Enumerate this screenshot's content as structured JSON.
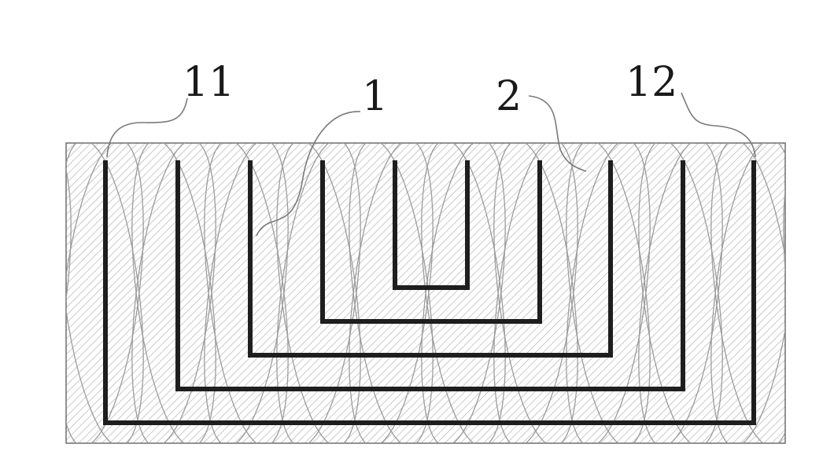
{
  "figure": {
    "labels": [
      {
        "id": "label-11",
        "text": "11"
      },
      {
        "id": "label-1",
        "text": "1"
      },
      {
        "id": "label-2",
        "text": "2"
      },
      {
        "id": "label-12",
        "text": "12"
      }
    ],
    "colors": {
      "background": "#ffffff",
      "hatch": "#b4b4b4",
      "electrode": "#1e1e1e",
      "wire": "#9c9c9c",
      "leader": "#7a7a7a"
    },
    "nested_electrode_count": 5
  }
}
